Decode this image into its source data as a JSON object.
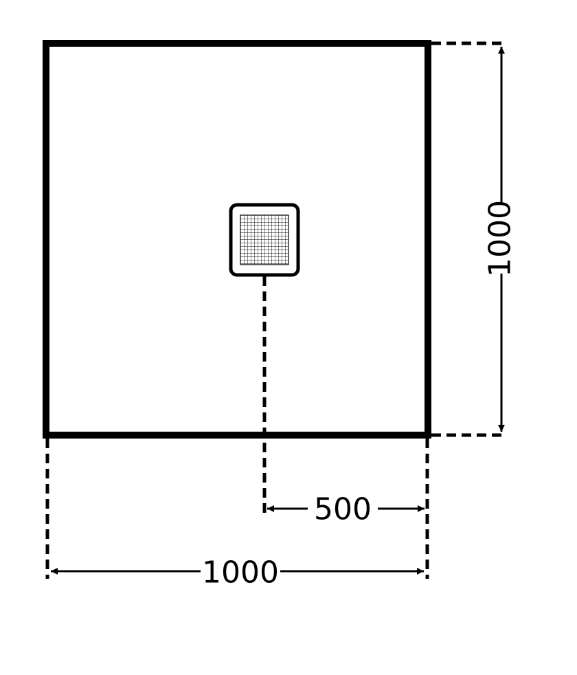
{
  "diagram": {
    "tray_width_label": "1000",
    "tray_depth_label": "1000",
    "drain_offset_label": "500"
  },
  "colors": {
    "line": "#000000",
    "background": "#ffffff"
  }
}
